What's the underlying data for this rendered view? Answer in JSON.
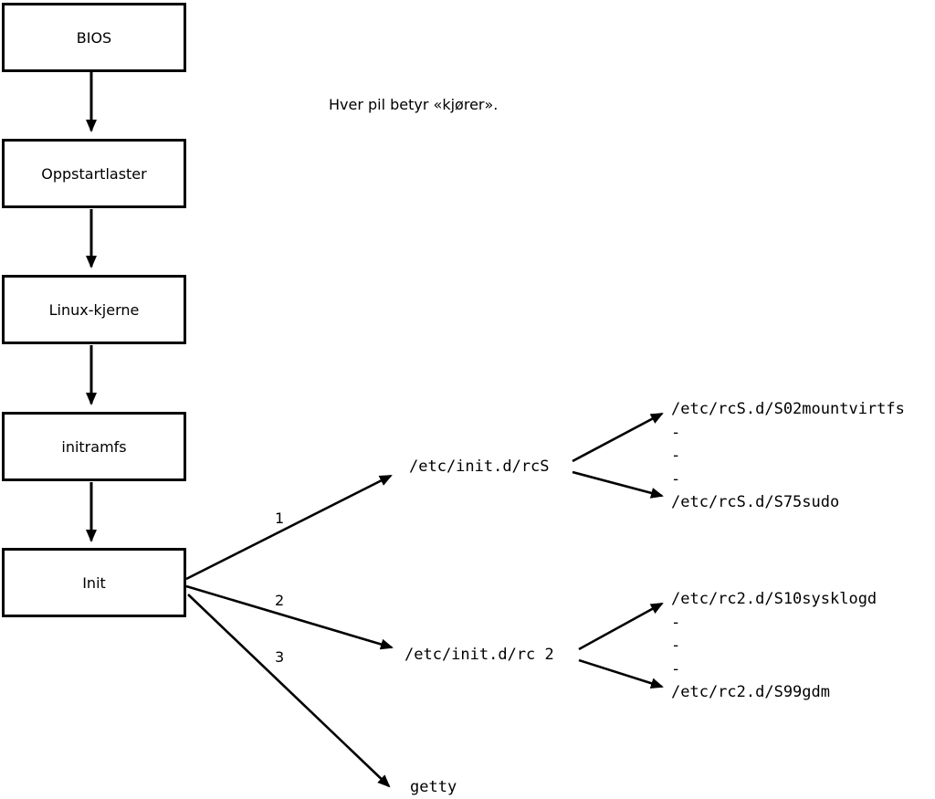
{
  "diagram": {
    "note": "Hver pil betyr «kjører».",
    "boxes": [
      {
        "label": "BIOS"
      },
      {
        "label": "Oppstartlaster"
      },
      {
        "label": "Linux-kjerne"
      },
      {
        "label": "initramfs"
      },
      {
        "label": "Init"
      }
    ],
    "arrow_labels": {
      "rcs": "1",
      "rc2": "2",
      "getty": "3"
    },
    "targets": {
      "rcs": "/etc/init.d/rcS",
      "rc2": "/etc/init.d/rc 2",
      "getty": "getty"
    },
    "rcs_children": [
      "/etc/rcS.d/S02mountvirtfs",
      "-",
      "-",
      "-",
      "/etc/rcS.d/S75sudo"
    ],
    "rc2_children": [
      "/etc/rc2.d/S10sysklogd",
      "-",
      "-",
      "-",
      "/etc/rc2.d/S99gdm"
    ],
    "colors": {
      "stroke": "#000000",
      "background": "#ffffff"
    }
  }
}
